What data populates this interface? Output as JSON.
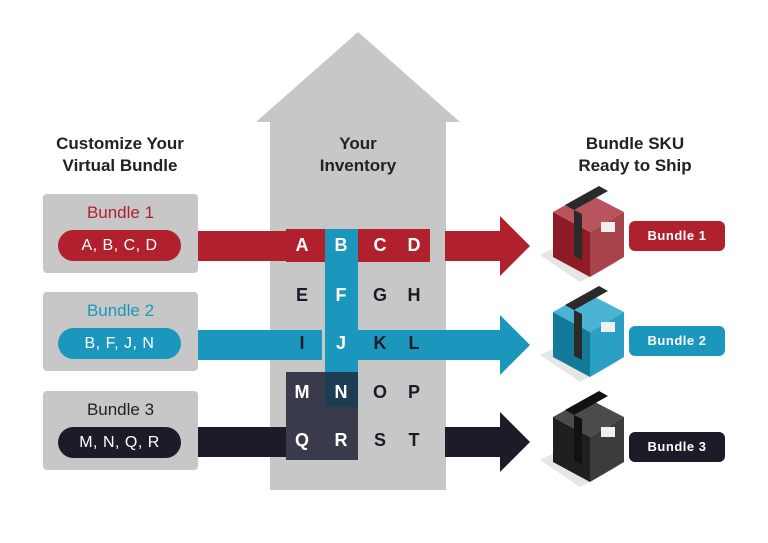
{
  "titles": {
    "customize_line1": "Customize Your",
    "customize_line2": "Virtual Bundle",
    "inventory_line1": "Your",
    "inventory_line2": "Inventory",
    "sku_line1": "Bundle SKU",
    "sku_line2": "Ready to Ship"
  },
  "colors": {
    "red": "#b1202d",
    "blue": "#1b97bd",
    "dark": "#1c1b28",
    "gray": "#c7c7c7"
  },
  "bundles": [
    {
      "name": "Bundle 1",
      "items": "A, B, C, D",
      "sku_label": "Bundle 1"
    },
    {
      "name": "Bundle 2",
      "items": "B, F, J, N",
      "sku_label": "Bundle 2"
    },
    {
      "name": "Bundle 3",
      "items": "M, N, Q, R",
      "sku_label": "Bundle 3"
    }
  ],
  "inventory": [
    [
      "A",
      "B",
      "C",
      "D"
    ],
    [
      "E",
      "F",
      "G",
      "H"
    ],
    [
      "I",
      "J",
      "K",
      "L"
    ],
    [
      "M",
      "N",
      "O",
      "P"
    ],
    [
      "Q",
      "R",
      "S",
      "T"
    ]
  ]
}
